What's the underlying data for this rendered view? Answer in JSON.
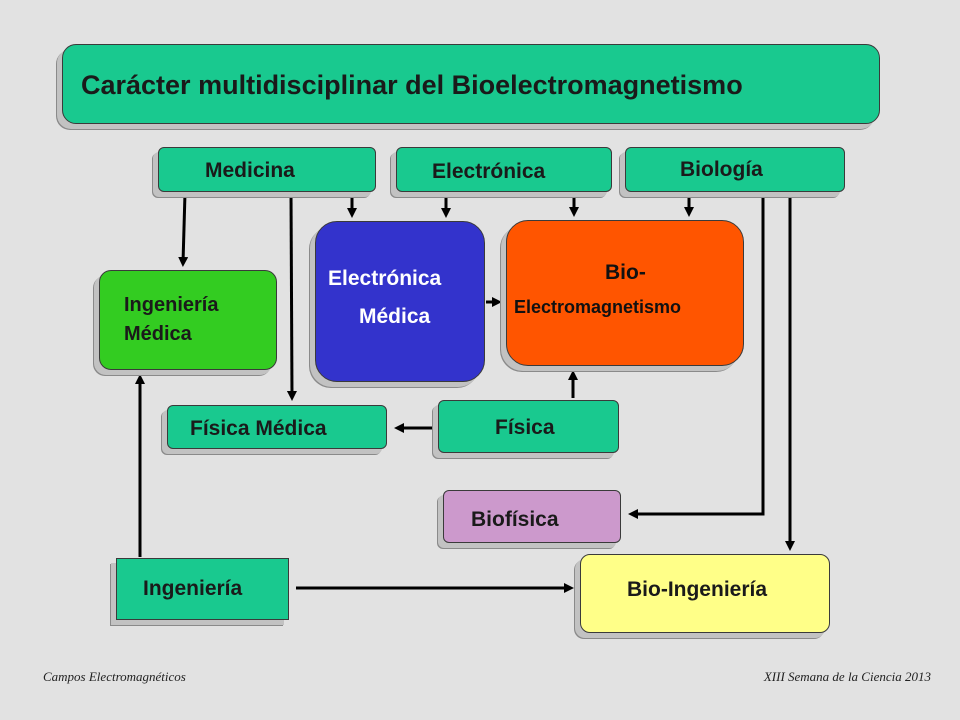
{
  "title": "Carácter multidisciplinar del Bioelectromagnetismo",
  "nodes": {
    "medicina": "Medicina",
    "electronica": "Electrónica",
    "biologia": "Biología",
    "ingenieria_medica_line1": "Ingeniería",
    "ingenieria_medica_line2": "Médica",
    "electronica_medica_line1": "Electrónica",
    "electronica_medica_line2": "Médica",
    "bioelectromagnetismo_line1": "Bio-",
    "bioelectromagnetismo_line2": "Electromagnetismo",
    "fisica_medica": "Física Médica",
    "fisica": "Física",
    "biofisica": "Biofísica",
    "ingenieria": "Ingeniería",
    "bio_ingenieria": "Bio-Ingeniería"
  },
  "colors": {
    "background": "#e2e2e2",
    "green_teal": "#19c98f",
    "lime": "#33cc21",
    "blue": "#3333cc",
    "orange": "#ff5500",
    "lilac": "#cc99cc",
    "yellow": "#ffff88"
  },
  "edges": [
    {
      "from": "Medicina",
      "to": "Ingeniería Médica"
    },
    {
      "from": "Medicina",
      "to": "Electrónica Médica"
    },
    {
      "from": "Medicina",
      "to": "Física Médica"
    },
    {
      "from": "Electrónica",
      "to": "Electrónica Médica"
    },
    {
      "from": "Electrónica",
      "to": "Bio-Electromagnetismo"
    },
    {
      "from": "Biología",
      "to": "Bio-Electromagnetismo"
    },
    {
      "from": "Biología",
      "to": "Biofísica"
    },
    {
      "from": "Biología",
      "to": "Bio-Ingeniería"
    },
    {
      "from": "Electrónica Médica",
      "to": "Bio-Electromagnetismo"
    },
    {
      "from": "Física",
      "to": "Bio-Electromagnetismo"
    },
    {
      "from": "Física",
      "to": "Física Médica"
    },
    {
      "from": "Ingeniería",
      "to": "Ingeniería Médica"
    },
    {
      "from": "Ingeniería",
      "to": "Bio-Ingeniería"
    }
  ],
  "footer": {
    "left": "Campos Electromagnéticos",
    "right": "XIII Semana de la Ciencia 2013"
  }
}
